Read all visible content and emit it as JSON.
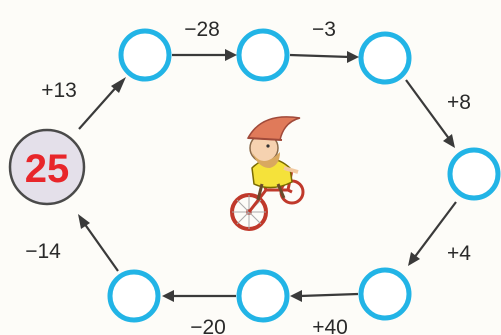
{
  "start": {
    "value": "25"
  },
  "operations": [
    {
      "id": "op1",
      "label": "+13"
    },
    {
      "id": "op2",
      "label": "−28"
    },
    {
      "id": "op3",
      "label": "−3"
    },
    {
      "id": "op4",
      "label": "+8"
    },
    {
      "id": "op5",
      "label": "+4"
    },
    {
      "id": "op6",
      "label": "+40"
    },
    {
      "id": "op7",
      "label": "−20"
    },
    {
      "id": "op8",
      "label": "−14"
    }
  ],
  "answer_circles": [
    {
      "id": "c1",
      "value": ""
    },
    {
      "id": "c2",
      "value": ""
    },
    {
      "id": "c3",
      "value": ""
    },
    {
      "id": "c4",
      "value": ""
    },
    {
      "id": "c5",
      "value": ""
    },
    {
      "id": "c6",
      "value": ""
    },
    {
      "id": "c7",
      "value": ""
    }
  ],
  "colors": {
    "circle_outline": "#22b4e6",
    "start_number": "#e8262a",
    "start_fill": "#e4e0ea",
    "arrow": "#3a3a3a"
  },
  "illustration": {
    "icon": "gnome-on-bicycle-icon"
  }
}
